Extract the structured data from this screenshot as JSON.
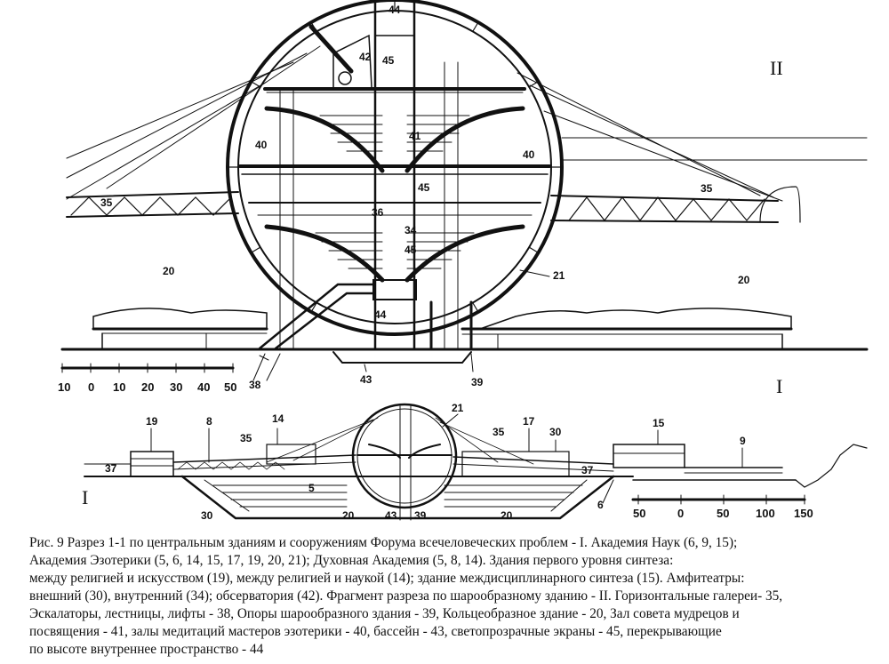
{
  "upper_figure": {
    "roman": "II",
    "labels": [
      {
        "id": "l44top",
        "text": "44"
      },
      {
        "id": "l42",
        "text": "42"
      },
      {
        "id": "l45a",
        "text": "45"
      },
      {
        "id": "l40l",
        "text": "40"
      },
      {
        "id": "l41",
        "text": "41"
      },
      {
        "id": "l40r",
        "text": "40"
      },
      {
        "id": "l35l",
        "text": "35"
      },
      {
        "id": "l45b",
        "text": "45"
      },
      {
        "id": "l35r",
        "text": "35"
      },
      {
        "id": "l36",
        "text": "36"
      },
      {
        "id": "l34",
        "text": "34"
      },
      {
        "id": "l45c",
        "text": "45"
      },
      {
        "id": "l21",
        "text": "21"
      },
      {
        "id": "l20l",
        "text": "20"
      },
      {
        "id": "l20r",
        "text": "20"
      },
      {
        "id": "l44b",
        "text": "44"
      },
      {
        "id": "l38",
        "text": "38"
      },
      {
        "id": "l43",
        "text": "43"
      },
      {
        "id": "l39",
        "text": "39"
      }
    ],
    "scale": [
      "10",
      "0",
      "10",
      "20",
      "30",
      "40",
      "50"
    ]
  },
  "lower_figure": {
    "roman": "I",
    "labels": [
      {
        "id": "m19",
        "text": "19"
      },
      {
        "id": "m8",
        "text": "8"
      },
      {
        "id": "m14",
        "text": "14"
      },
      {
        "id": "m35a",
        "text": "35"
      },
      {
        "id": "m21",
        "text": "21"
      },
      {
        "id": "m35b",
        "text": "35"
      },
      {
        "id": "m17",
        "text": "17"
      },
      {
        "id": "m30a",
        "text": "30"
      },
      {
        "id": "m15",
        "text": "15"
      },
      {
        "id": "m9",
        "text": "9"
      },
      {
        "id": "m37a",
        "text": "37"
      },
      {
        "id": "m37b",
        "text": "37"
      },
      {
        "id": "m5",
        "text": "5"
      },
      {
        "id": "m30b",
        "text": "30"
      },
      {
        "id": "m20a",
        "text": "20"
      },
      {
        "id": "m43",
        "text": "43"
      },
      {
        "id": "m39",
        "text": "39"
      },
      {
        "id": "m20b",
        "text": "20"
      },
      {
        "id": "m6",
        "text": "6"
      }
    ],
    "scale": [
      "50",
      "0",
      "50",
      "100",
      "150"
    ]
  },
  "caption": {
    "lines": [
      "Рис. 9   Разрез 1-1 по центральным зданиям и сооружениям Форума всечеловеческих проблем - I. Академия Наук (6, 9, 15);",
      "Академия Эзотерики (5, 6, 14, 15, 17, 19, 20, 21); Духовная Академия (5, 8, 14). Здания первого уровня синтеза:",
      "между религией и искусством (19), между религией и наукой (14); здание междисциплинарного синтеза (15). Амфитеатры:",
      "внешний (30), внутренний (34); обсерватория (42). Фрагмент разреза по шарообразному зданию - II. Горизонтальные галереи- 35,",
      "Эскалаторы, лестницы, лифты - 38, Опоры шарообразного здания - 39, Кольцеобразное здание - 20, Зал совета мудрецов и",
      "посвящения - 41, залы медитаций мастеров эзотерики - 40, бассейн - 43, светопрозрачные экраны - 45, перекрывающие",
      "по высоте внутреннее пространство - 44"
    ]
  }
}
